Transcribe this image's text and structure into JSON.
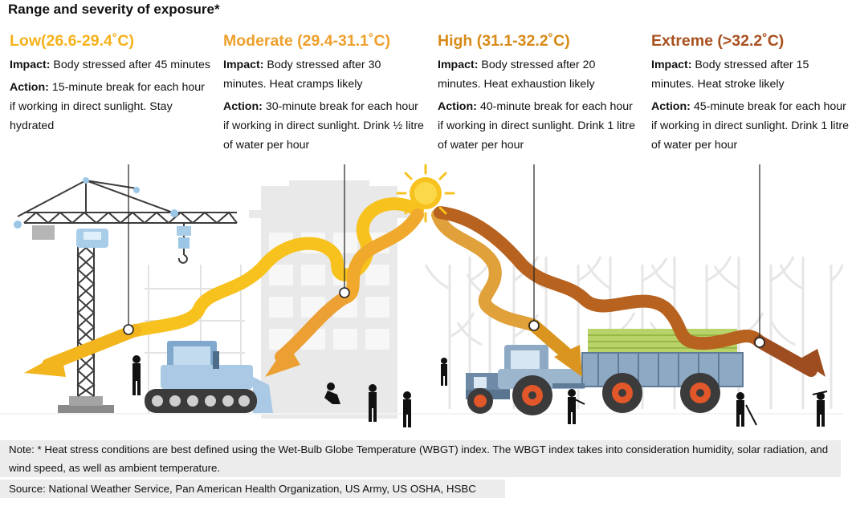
{
  "title": "Range and severity of exposure*",
  "levels": [
    {
      "heading": "Low(26.6-29.4˚C)",
      "color": "#f5b21b",
      "impact_label": "Impact:",
      "impact": " Body stressed after 45 minutes",
      "action_label": "Action:",
      "action": " 15-minute break for each hour if working in direct sunlight. Stay hydrated"
    },
    {
      "heading": "Moderate (29.4-31.1˚C)",
      "color": "#eea02d",
      "impact_label": "Impact:",
      "impact": " Body stressed after 30 minutes. Heat cramps likely",
      "action_label": "Action:",
      "action": " 30-minute break for each hour if working in direct sunlight. Drink ½ litre of water per hour"
    },
    {
      "heading": "High (31.1-32.2˚C)",
      "color": "#d88a17",
      "impact_label": "Impact:",
      "impact": " Body stressed after 20 minutes. Heat exhaustion likely",
      "action_label": "Action:",
      "action": " 40-minute break for each hour if working in direct sunlight. Drink 1 litre of water per hour"
    },
    {
      "heading": "Extreme (>32.2˚C)",
      "color": "#a9501f",
      "impact_label": "Impact:",
      "impact": " Body stressed after 15 minutes. Heat stroke likely",
      "action_label": "Action:",
      "action": " 45-minute break for each hour if working in direct sunlight. Drink 1 litre of water per hour"
    }
  ],
  "note": "Note: * Heat stress conditions are best defined using the Wet-Bulb Globe Temperature (WBGT) index. The WBGT index takes into consideration humidity, solar radiation, and wind speed, as well as ambient temperature.",
  "source": "Source: National Weather Service, Pan American Health Organization, US Army, US OSHA, HSBC",
  "icons": [
    "sun-icon",
    "crane-icon",
    "building-icon",
    "bulldozer-icon",
    "tractor-icon",
    "trailer-icon",
    "crops-icon",
    "worker-icon"
  ]
}
